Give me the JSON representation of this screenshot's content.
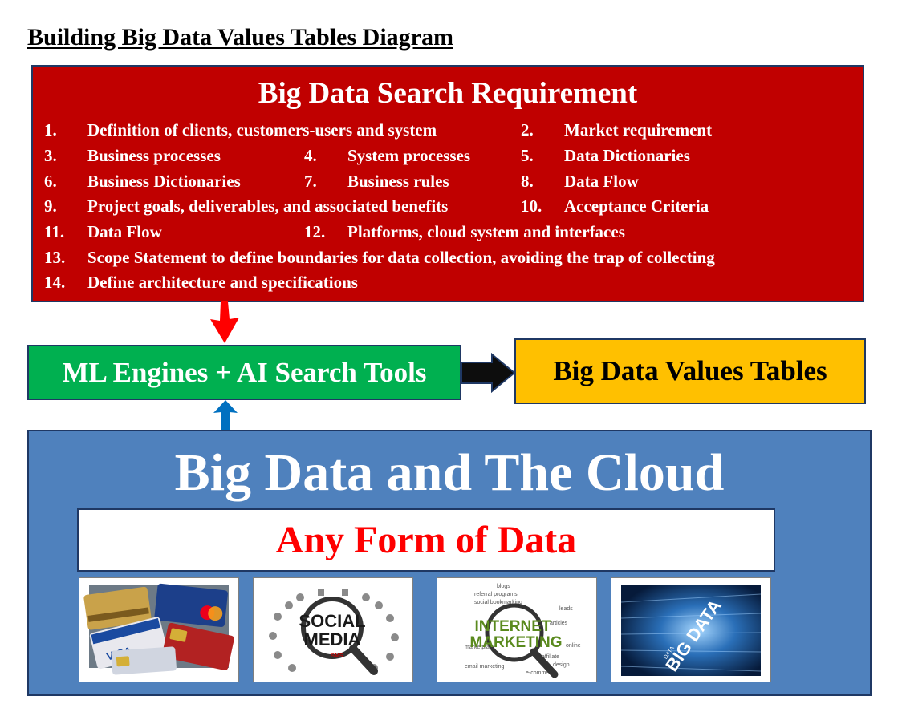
{
  "page_title": "Building Big Data Values Tables Diagram",
  "requirements": {
    "heading": "Big Data Search Requirement",
    "items": [
      {
        "num": "1.",
        "text": "Definition of clients, customers-users and system"
      },
      {
        "num": "2.",
        "text": "Market requirement"
      },
      {
        "num": "3.",
        "text": "Business processes"
      },
      {
        "num": "4.",
        "text": "System processes"
      },
      {
        "num": "5.",
        "text": "Data Dictionaries"
      },
      {
        "num": "6.",
        "text": "Business Dictionaries"
      },
      {
        "num": "7.",
        "text": "Business rules"
      },
      {
        "num": "8.",
        "text": "Data Flow"
      },
      {
        "num": "9.",
        "text": "Project goals, deliverables, and associated benefits"
      },
      {
        "num": "10.",
        "text": "Acceptance Criteria"
      },
      {
        "num": "11.",
        "text": "Data Flow"
      },
      {
        "num": "12.",
        "text": "Platforms, cloud system and interfaces"
      },
      {
        "num": "13.",
        "text": "Scope Statement to define boundaries for data collection, avoiding the trap of collecting"
      },
      {
        "num": "14.",
        "text": "Define architecture and specifications"
      }
    ]
  },
  "ml_engines": "ML Engines + AI Search Tools",
  "values_tables": "Big Data Values Tables",
  "cloud": {
    "heading": "Big Data and The Cloud",
    "any_form": "Any Form of Data"
  },
  "thumbnails": {
    "credit_cards": {
      "card_text": "VISA"
    },
    "social_media": {
      "line1": "SOCIAL",
      "line2": "MEDIA",
      "small": "SMS"
    },
    "internet_marketing": {
      "line1": "INTERNET",
      "line2": "MARKETING",
      "words": [
        "blogs",
        "referral programs",
        "social bookmarking",
        "leads",
        "articles",
        "affiliate",
        "online",
        "design",
        "email marketing",
        "e-commerce",
        "marketplace"
      ]
    },
    "big_data": {
      "text": "BIG DATA",
      "small": "DATA"
    }
  },
  "colors": {
    "requirement_bg": "#c00000",
    "ml_bg": "#00b050",
    "values_bg": "#ffc000",
    "cloud_bg": "#4f81bd",
    "any_form_text": "#ff0000",
    "arrow_down": "#ff0000",
    "arrow_up": "#0070c0",
    "arrow_right": "#000000"
  }
}
